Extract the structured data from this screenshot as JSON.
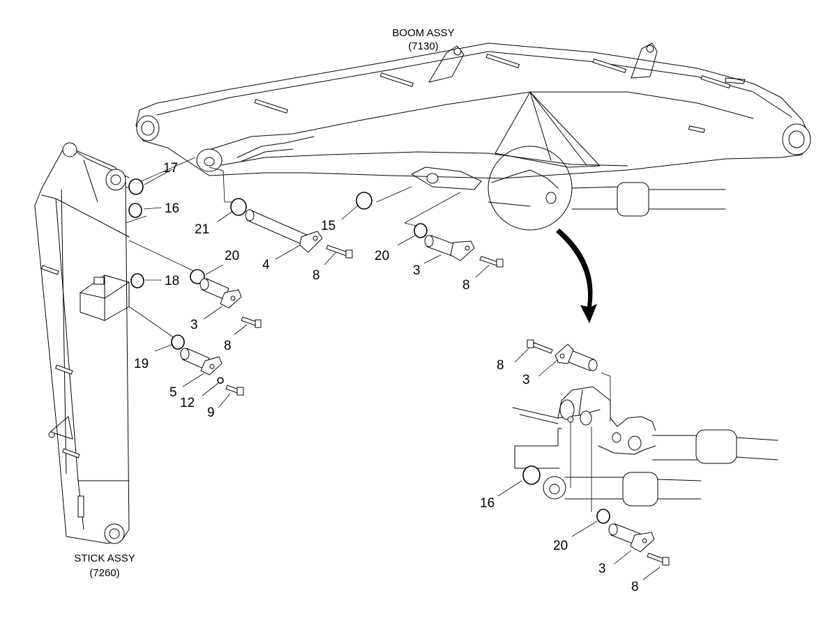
{
  "assemblies": {
    "boom": {
      "name": "BOOM ASSY",
      "code": "(7130)"
    },
    "stick": {
      "name": "STICK ASSY",
      "code": "(7260)"
    }
  },
  "callouts": {
    "c17": "17",
    "c16": "16",
    "c21": "21",
    "c20a": "20",
    "c18": "18",
    "c4": "4",
    "c8a": "8",
    "c15": "15",
    "c20b": "20",
    "c3a": "3",
    "c8b": "8",
    "c3b": "3",
    "c8c": "8",
    "c19": "19",
    "c5": "5",
    "c12": "12",
    "c9": "9",
    "c8d": "8",
    "c3c": "3",
    "c16b": "16",
    "c20c": "20",
    "c3d": "3",
    "c8e": "8"
  }
}
